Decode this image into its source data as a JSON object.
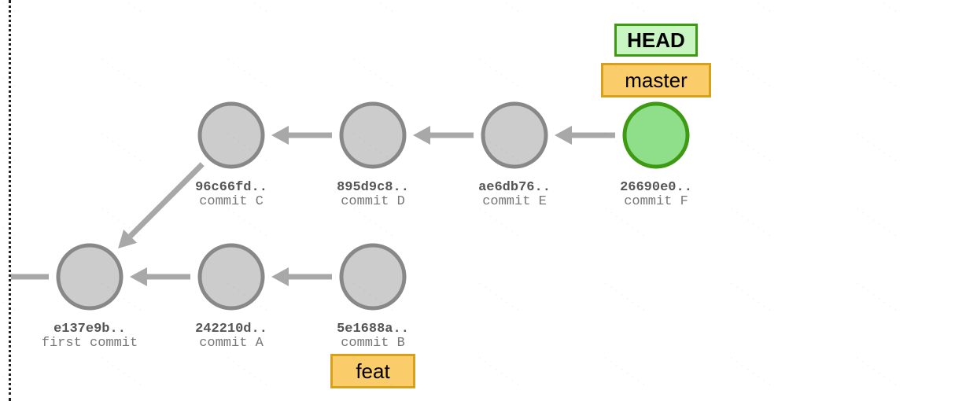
{
  "graph": {
    "commits": [
      {
        "id": "e137e9b",
        "hash": "e137e9b..",
        "message": "first commit",
        "color": "#cccccc",
        "stroke": "#888888"
      },
      {
        "id": "242210d",
        "hash": "242210d..",
        "message": "commit A",
        "color": "#cccccc",
        "stroke": "#888888"
      },
      {
        "id": "5e1688a",
        "hash": "5e1688a..",
        "message": "commit B",
        "color": "#cccccc",
        "stroke": "#888888"
      },
      {
        "id": "96c66fd",
        "hash": "96c66fd..",
        "message": "commit C",
        "color": "#cccccc",
        "stroke": "#888888"
      },
      {
        "id": "895d9c8",
        "hash": "895d9c8..",
        "message": "commit D",
        "color": "#cccccc",
        "stroke": "#888888"
      },
      {
        "id": "ae6db76",
        "hash": "ae6db76..",
        "message": "commit E",
        "color": "#cccccc",
        "stroke": "#888888"
      },
      {
        "id": "26690e0",
        "hash": "26690e0..",
        "message": "commit F",
        "color": "#8fdf8a",
        "stroke": "#3d9a12"
      }
    ],
    "edges": [
      {
        "from": "242210d",
        "to": "e137e9b"
      },
      {
        "from": "5e1688a",
        "to": "242210d"
      },
      {
        "from": "96c66fd",
        "to": "e137e9b"
      },
      {
        "from": "895d9c8",
        "to": "96c66fd"
      },
      {
        "from": "ae6db76",
        "to": "895d9c8"
      },
      {
        "from": "26690e0",
        "to": "ae6db76"
      }
    ]
  },
  "refs": {
    "head": "HEAD",
    "master": "master",
    "feat": "feat"
  },
  "colors": {
    "edge": "#a8a8a8",
    "head_bg": "#c9f5c2",
    "head_border": "#3d9a12",
    "branch_bg": "#fbcd6a",
    "branch_border": "#d6a21d"
  }
}
